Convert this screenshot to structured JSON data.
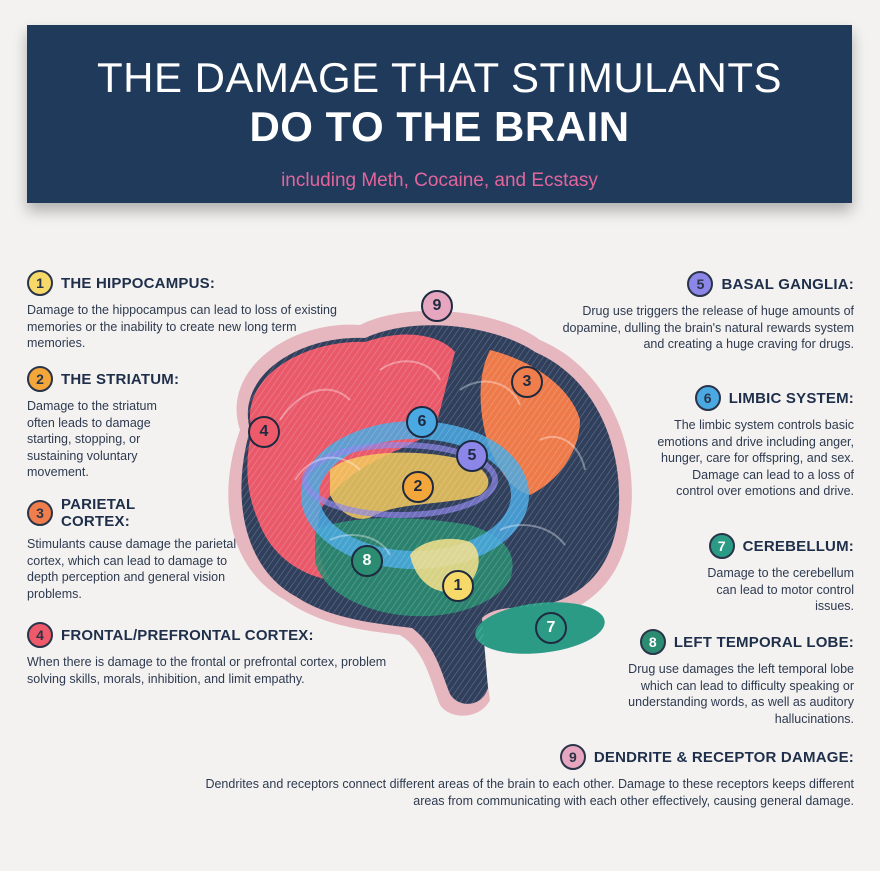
{
  "header": {
    "line1": "THE DAMAGE THAT STIMULANTS",
    "line2": "DO TO THE BRAIN",
    "subtitle": "including Meth, Cocaine, and Ecstasy"
  },
  "colors": {
    "banner_bg": "#203a5c",
    "subtitle": "#e2669c",
    "c1": "#f7d96a",
    "c2": "#f3a63a",
    "c3": "#f07e4c",
    "c4": "#ee5a6a",
    "c5": "#8b86e8",
    "c6": "#4aa9e2",
    "c7": "#2c9b86",
    "c8": "#2b8c71",
    "c9": "#e7a6c0"
  },
  "sections": [
    {
      "num": "1",
      "title": "THE HIPPOCAMPUS:",
      "text": "Damage to the hippocampus can lead to loss of existing memories or the inability to create new long term memories.",
      "icon": "number-1-badge"
    },
    {
      "num": "2",
      "title": "THE STRIATUM:",
      "text": "Damage to the striatum often leads to damage starting, stopping, or sustaining voluntary movement.",
      "icon": "number-2-badge"
    },
    {
      "num": "3",
      "title": "PARIETAL CORTEX:",
      "text": "Stimulants cause damage the parietal cortex, which can lead to damage to depth perception and general vision problems.",
      "icon": "number-3-badge"
    },
    {
      "num": "4",
      "title": "FRONTAL/PREFRONTAL CORTEX:",
      "text": "When there is damage to the frontal or prefrontal cortex, problem solving skills, morals, inhibition, and limit empathy.",
      "icon": "number-4-badge"
    },
    {
      "num": "5",
      "title": "BASAL GANGLIA:",
      "text": "Drug use triggers the release of huge amounts of dopamine, dulling the brain's natural rewards system and creating a huge craving for drugs.",
      "icon": "number-5-badge"
    },
    {
      "num": "6",
      "title": "LIMBIC SYSTEM:",
      "text": "The limbic system controls basic emotions and drive including anger, hunger, care for offspring, and sex. Damage can lead to a loss of control over emotions and drive.",
      "icon": "number-6-badge"
    },
    {
      "num": "7",
      "title": "CEREBELLUM:",
      "text": "Damage to the cerebellum can lead to motor control issues.",
      "icon": "number-7-badge"
    },
    {
      "num": "8",
      "title": "LEFT TEMPORAL LOBE:",
      "text": "Drug use damages the left temporal lobe which can lead to difficulty speaking or understanding words, as well as auditory hallucinations.",
      "icon": "number-8-badge"
    },
    {
      "num": "9",
      "title": "DENDRITE & RECEPTOR DAMAGE:",
      "text": "Dendrites and receptors connect different areas of the brain to each other. Damage to these receptors keeps different areas from communicating with each other effectively, causing general damage.",
      "icon": "number-9-badge"
    }
  ],
  "brain_labels": [
    "1",
    "2",
    "3",
    "4",
    "5",
    "6",
    "7",
    "8",
    "9"
  ]
}
